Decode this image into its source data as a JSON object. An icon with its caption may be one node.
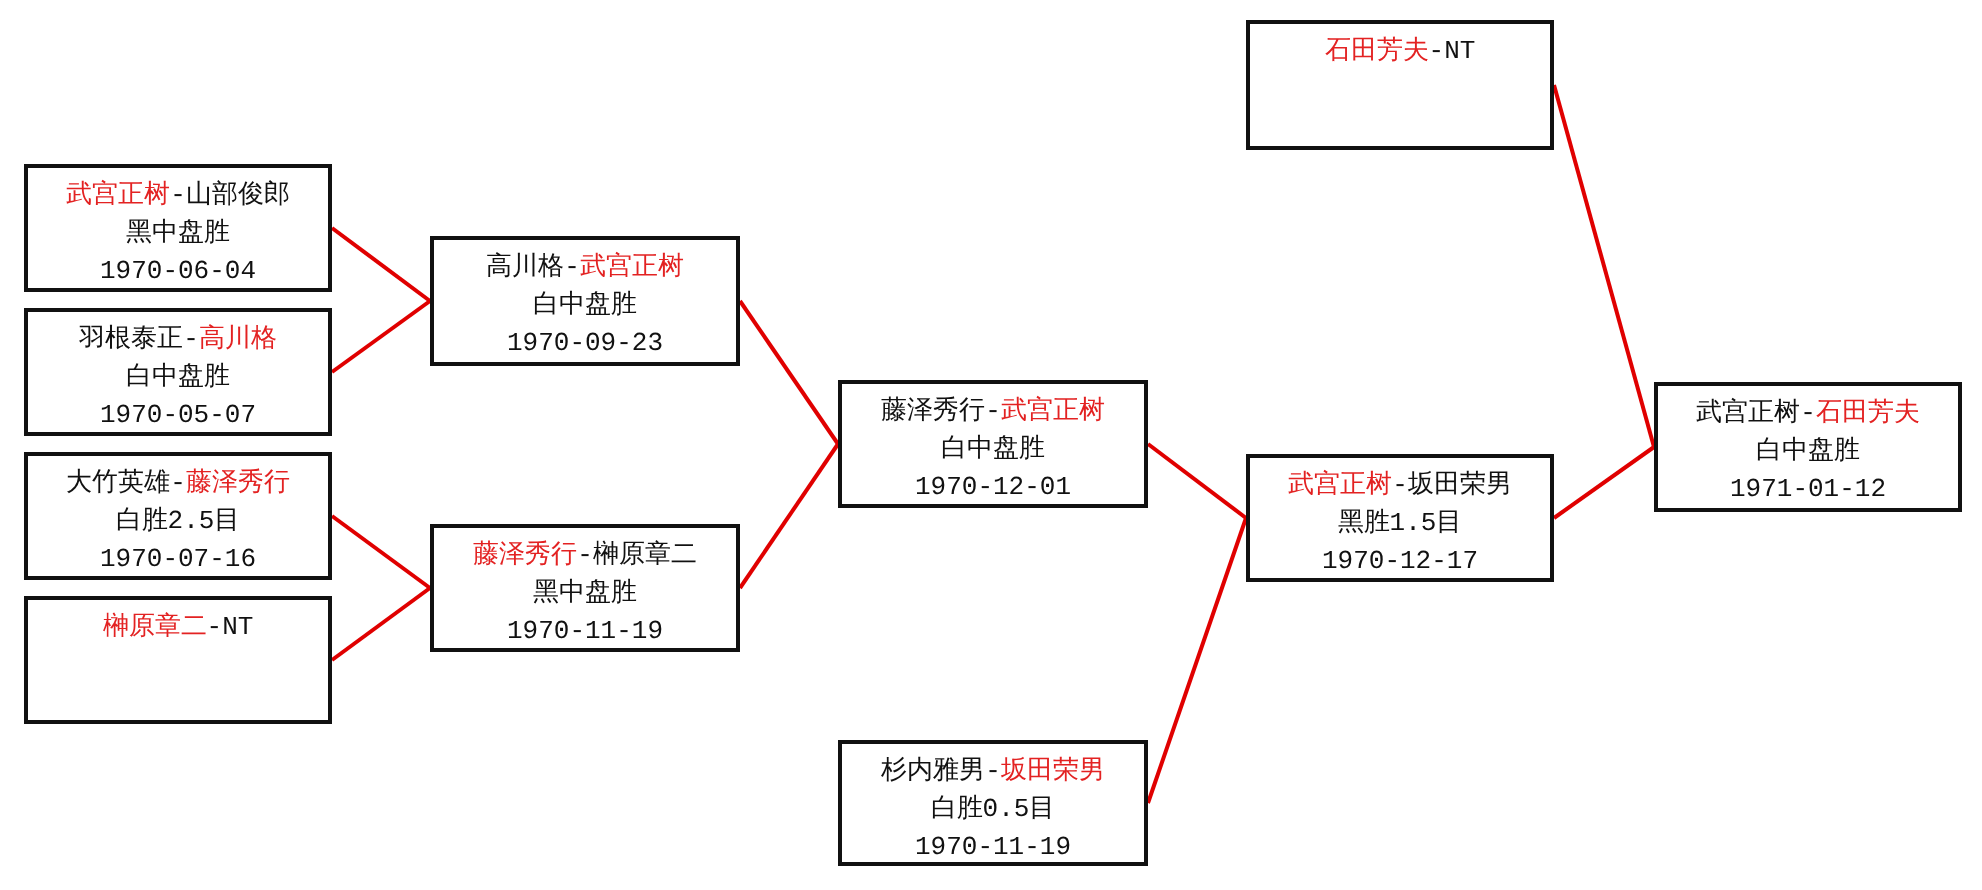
{
  "diagram": {
    "nodes": [
      {
        "text": [
          "**武宫正树**-山部俊郎",
          "黑中盘胜",
          "1970-06-04"
        ]
      },
      {
        "text": [
          "羽根泰正-**高川格**",
          "白中盘胜",
          "1970-05-07"
        ]
      },
      {
        "text": [
          "大竹英雄-**藤泽秀行**",
          "白胜2.5目",
          "1970-07-16"
        ]
      },
      {
        "text": [
          "**榊原章二**-NT"
        ]
      },
      {
        "text": [
          "高川格-**武宫正树**",
          "白中盘胜",
          "1970-09-23"
        ]
      },
      {
        "text": [
          "**藤泽秀行**-榊原章二",
          "黑中盘胜",
          "1970-11-19"
        ]
      },
      {
        "text": [
          "藤泽秀行-**武宫正树**",
          "白中盘胜",
          "1970-12-01"
        ]
      },
      {
        "text": [
          "杉内雅男-**坂田荣男**",
          "白胜0.5目",
          "1970-11-19"
        ]
      },
      {
        "text": [
          "**石田芳夫**-NT"
        ]
      },
      {
        "text": [
          "**武宫正树**-坂田荣男",
          "黑胜1.5目",
          "1970-12-17"
        ]
      },
      {
        "text": [
          "武宫正树-**石田芳夫**",
          "白中盘胜",
          "1971-01-12"
        ]
      }
    ],
    "edges": [
      {
        "from": 0,
        "to": 4,
        "arrow": "none"
      },
      {
        "from": 1,
        "to": 4,
        "arrow": "none"
      },
      {
        "from": 2,
        "to": 5,
        "arrow": "none"
      },
      {
        "from": 3,
        "to": 5,
        "arrow": "none"
      },
      {
        "from": 4,
        "to": 6,
        "arrow": "none"
      },
      {
        "from": 5,
        "to": 6,
        "arrow": "none"
      },
      {
        "from": 6,
        "to": 9,
        "arrow": "none"
      },
      {
        "from": 7,
        "to": 9,
        "arrow": "none"
      },
      {
        "from": 8,
        "to": 10,
        "arrow": "none"
      },
      {
        "from": 9,
        "to": 10,
        "arrow": "none"
      }
    ]
  }
}
